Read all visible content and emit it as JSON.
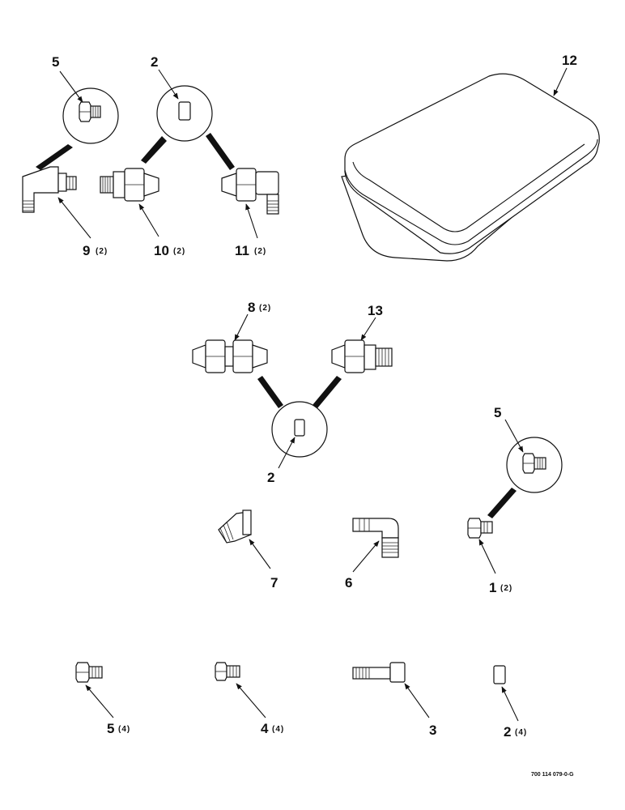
{
  "callouts": {
    "c12": "12",
    "c5a": "5",
    "c2a": "2",
    "c9": "9",
    "q9": "(2)",
    "c10": "10",
    "q10": "(2)",
    "c11": "11",
    "q11": "(2)",
    "c8": "8",
    "q8": "(2)",
    "c13": "13",
    "c2b": "2",
    "c5b": "5",
    "c7": "7",
    "c6": "6",
    "c1": "1",
    "q1": "(2)",
    "c5c": "5",
    "q5c": "(4)",
    "c4": "4",
    "q4": "(4)",
    "c3": "3",
    "c2c": "2",
    "q2c": "(4)"
  },
  "figure_code": "700 114 079-0-G",
  "colors": {
    "ink": "#111111",
    "paper": "#ffffff"
  }
}
